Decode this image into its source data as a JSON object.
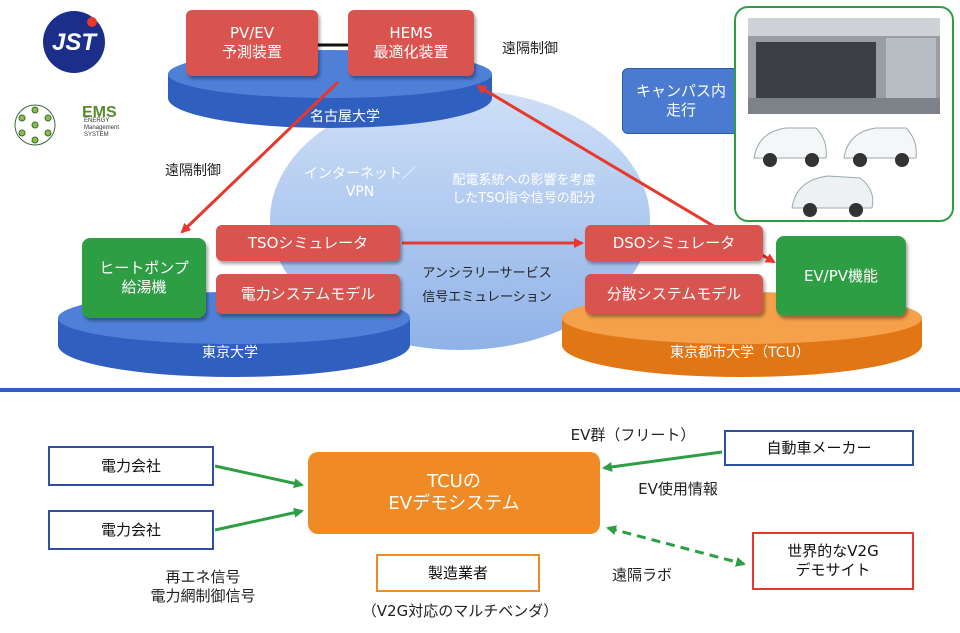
{
  "logos": {
    "jst": "JST",
    "ems": "EMS",
    "ems_sub": "ENERGY\nManagement\nSYSTEM"
  },
  "top": {
    "internet_label": "インターネット／\nVPN",
    "nagoya": {
      "label": "名古屋大学",
      "pvev": "PV/EV\n予測装置",
      "hems": "HEMS\n最適化装置"
    },
    "tokyo": {
      "label": "東京大学",
      "heatpump": "ヒートポンプ\n給湯機",
      "tso": "TSOシミュレータ",
      "power_model": "電力システムモデル"
    },
    "tcu": {
      "label": "東京都市大学（TCU）",
      "dso": "DSOシミュレータ",
      "dist_model": "分散システムモデル",
      "evpv": "EV/PV機能"
    },
    "campus_label": "キャンパス内\n走行",
    "remote_top": "遠隔制御",
    "remote_left": "遠隔制御",
    "tso_signal": "配電系統への影響を考慮\nしたTSO指令信号の配分",
    "ancillary": "アンシラリーサービス\n信号エミュレーション"
  },
  "bottom": {
    "power_co_1": "電力会社",
    "power_co_2": "電力会社",
    "signals": "再エネ信号\n電力網制御信号",
    "tcu_demo": "TCUの\nEVデモシステム",
    "manufacturer": "製造業者",
    "vendor_note": "（V2G対応のマルチベンダ）",
    "car_maker": "自動車メーカー",
    "ev_fleet": "EV群（フリート）",
    "ev_usage": "EV使用情報",
    "remote_lab": "遠隔ラボ",
    "v2g_site": "世界的なV2G\nデモサイト"
  },
  "colors": {
    "red_box": "#d9534f",
    "green_box": "#2e9e44",
    "blue_platform": "#3f6fcf",
    "orange_platform": "#f08a24",
    "arrow_red": "#e8382b",
    "arrow_green": "#2e9e44",
    "divider": "#2f5fbf",
    "orange_box": "#f08a24"
  }
}
